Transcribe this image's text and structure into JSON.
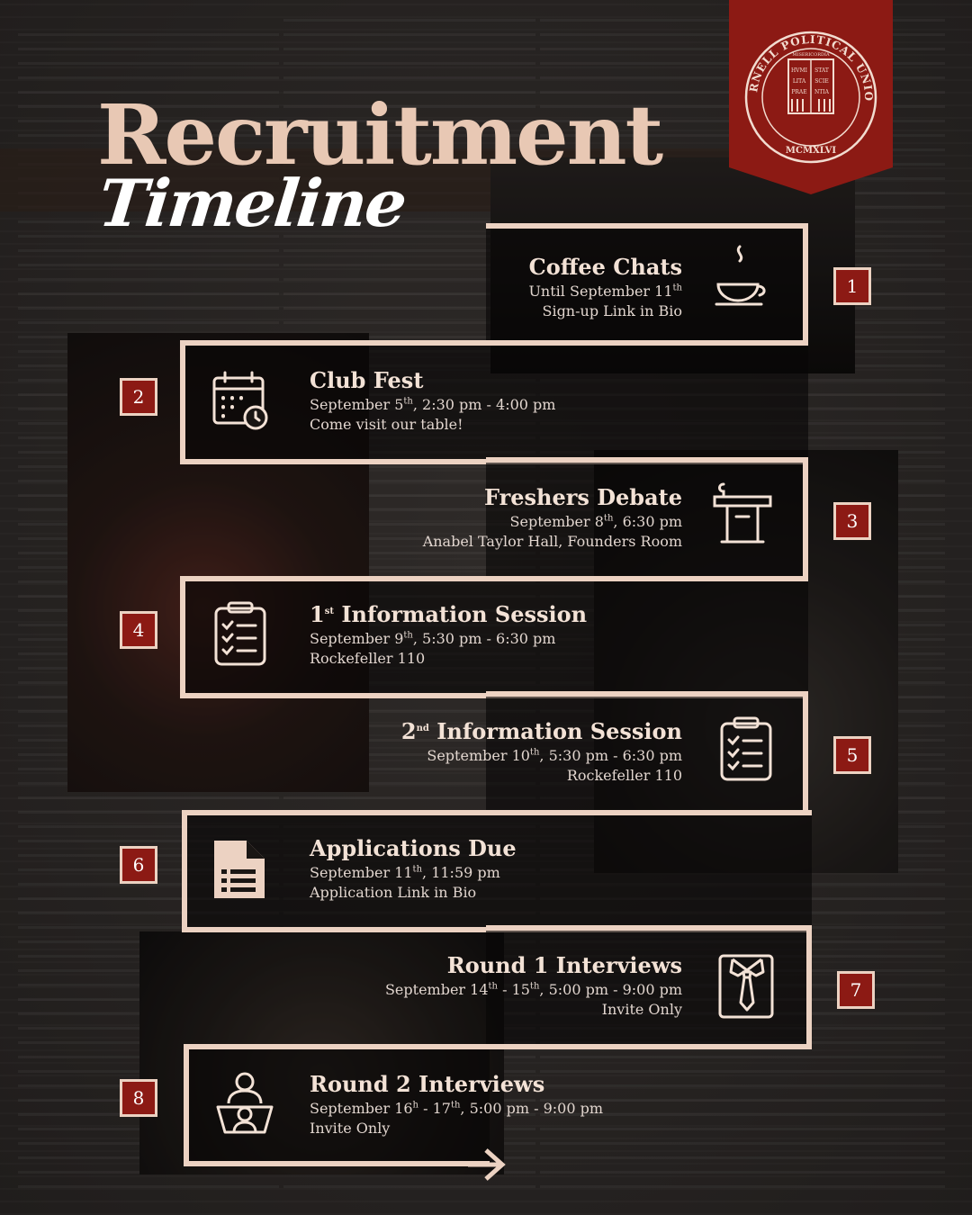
{
  "header": {
    "title_main": "Recruitment",
    "title_script": "Timeline"
  },
  "logo": {
    "name": "CORNELL POLITICAL UNION",
    "motto": "MISERICORDIA",
    "shield": [
      "HVMI",
      "STAT",
      "LITA",
      "SCIE",
      "PRAE",
      "NTIA"
    ],
    "year": "MCMXLVI"
  },
  "colors": {
    "accent": "#8c1a14",
    "frame": "#ecd2c2",
    "title": "#e8c8b4",
    "background": "#262322"
  },
  "events": [
    {
      "number": "1",
      "title": "Coffee Chats",
      "line1_pre": "Until September 11",
      "line1_sup": "th",
      "line1_post": "",
      "line2": "Sign-up Link in Bio",
      "icon": "coffee-cup-icon"
    },
    {
      "number": "2",
      "title": "Club Fest",
      "line1_pre": "September 5",
      "line1_sup": "th",
      "line1_post": ", 2:30 pm - 4:00 pm",
      "line2": "Come visit our table!",
      "icon": "calendar-clock-icon"
    },
    {
      "number": "3",
      "title": "Freshers Debate",
      "line1_pre": "September 8",
      "line1_sup": "th",
      "line1_post": ", 6:30 pm",
      "line2": "Anabel Taylor Hall, Founders Room",
      "icon": "podium-icon"
    },
    {
      "number": "4",
      "title_sup": "st",
      "title_num": "1",
      "title": "Information Session",
      "line1_pre": "September 9",
      "line1_sup": "th",
      "line1_post": ", 5:30 pm - 6:30 pm",
      "line2": "Rockefeller 110",
      "icon": "clipboard-checklist-icon"
    },
    {
      "number": "5",
      "title_sup": "nd",
      "title_num": "2",
      "title": "Information Session",
      "line1_pre": "September 10",
      "line1_sup": "th",
      "line1_post": ", 5:30 pm - 6:30 pm",
      "line2": "Rockefeller 110",
      "icon": "clipboard-checklist-icon"
    },
    {
      "number": "6",
      "title": "Applications Due",
      "line1_pre": "September 11",
      "line1_sup": "th",
      "line1_post": ", 11:59 pm",
      "line2": "Application Link in Bio",
      "icon": "document-list-icon"
    },
    {
      "number": "7",
      "title": "Round 1 Interviews",
      "line1_pre": "September 14",
      "line1_sup": "th",
      "line1_mid": " - 15",
      "line1_sup2": "th",
      "line1_post": ", 5:00 pm - 9:00 pm",
      "line2": "Invite Only",
      "icon": "shirt-tie-icon"
    },
    {
      "number": "8",
      "title": "Round 2 Interviews",
      "line1_pre": "September 16",
      "line1_sup": "h",
      "line1_mid": " - 17",
      "line1_sup2": "th",
      "line1_post": ", 5:00 pm - 9:00 pm",
      "line2": "Invite Only",
      "icon": "interview-people-icon"
    }
  ]
}
